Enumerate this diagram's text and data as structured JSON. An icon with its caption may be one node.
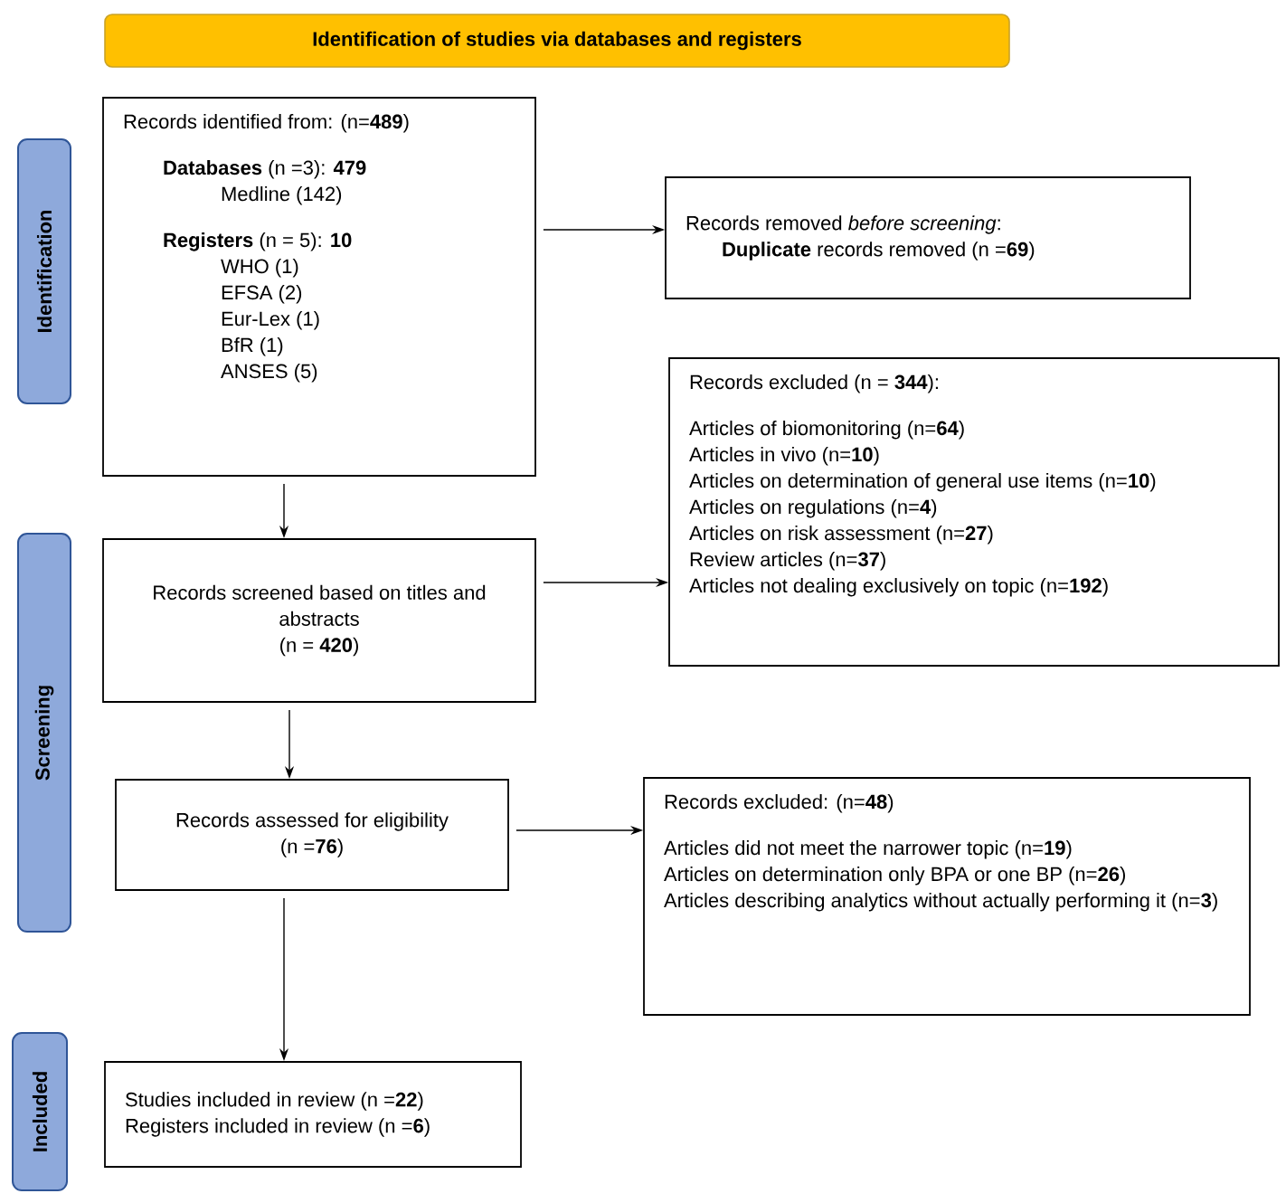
{
  "diagram": {
    "nodes": [
      {
        "text": [
          "Identification of studies via databases and registers"
        ]
      },
      {
        "text": [
          "Identification"
        ]
      },
      {
        "text": [
          "Records identified from: (n=**489**)",
          "**Databases** (n =3): **479**",
          "Medline (142)",
          "**Registers** (n = 5): **10**",
          "WHO (1)",
          "EFSA (2)",
          "Eur-Lex (1)",
          "BfR (1)",
          "ANSES (5)"
        ]
      },
      {
        "text": [
          "Records removed *before screening*:",
          "**Duplicate** records removed (n =**69**)"
        ]
      },
      {
        "text": [
          "Screening"
        ]
      },
      {
        "text": [
          "Records screened based on titles and abstracts",
          "(n = **420**)"
        ]
      },
      {
        "text": [
          "Records excluded (n = **344**):",
          "Articles of biomonitoring (n=**64**)",
          "Articles in vivo (n=**10**)",
          "Articles on determination of general use items (n=**10**)",
          "Articles on regulations (n=**4**)",
          "Articles on risk assessment (n=**27**)",
          "Review articles (n=**37**)",
          "Articles not dealing exclusively on topic (n=**192**)"
        ]
      },
      {
        "text": [
          "Records assessed for eligibility",
          "(n =**76**)"
        ]
      },
      {
        "text": [
          "Records excluded: (n=**48**)",
          "Articles did not meet the narrower topic (n=**19**)",
          "Articles on determination only BPA or one BP (n=**26**)",
          "Articles describing analytics without actually performing it (n=**3**)"
        ]
      },
      {
        "text": [
          "Included"
        ]
      },
      {
        "text": [
          "Studies included in review (n =**22**)",
          "Registers included in review (n =**6**)"
        ]
      }
    ],
    "edges": [
      {
        "from": 2,
        "to": 3,
        "arrow": "to"
      },
      {
        "from": 2,
        "to": 5,
        "arrow": "to"
      },
      {
        "from": 5,
        "to": 6,
        "arrow": "to"
      },
      {
        "from": 5,
        "to": 7,
        "arrow": "to"
      },
      {
        "from": 7,
        "to": 8,
        "arrow": "to"
      },
      {
        "from": 7,
        "to": 10,
        "arrow": "to"
      }
    ]
  }
}
